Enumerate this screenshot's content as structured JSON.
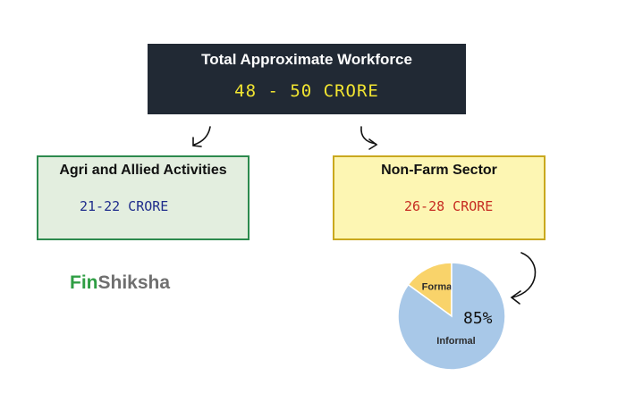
{
  "top": {
    "title": "Total Approximate Workforce",
    "value": "48 - 50  CRORE"
  },
  "left": {
    "title": "Agri and Allied Activities",
    "value": "21-22  CRORE"
  },
  "right": {
    "title": "Non-Farm Sector",
    "value": "26-28 CRORE"
  },
  "logo": {
    "part1": "Fin",
    "part2": "Shiksha"
  },
  "chart_data": {
    "type": "pie",
    "slices": [
      {
        "label": "Formal",
        "value": 15,
        "color": "#f9d36a"
      },
      {
        "label": "Informal",
        "value": 85,
        "color": "#a8c8e8"
      }
    ],
    "annotation": "85%"
  }
}
